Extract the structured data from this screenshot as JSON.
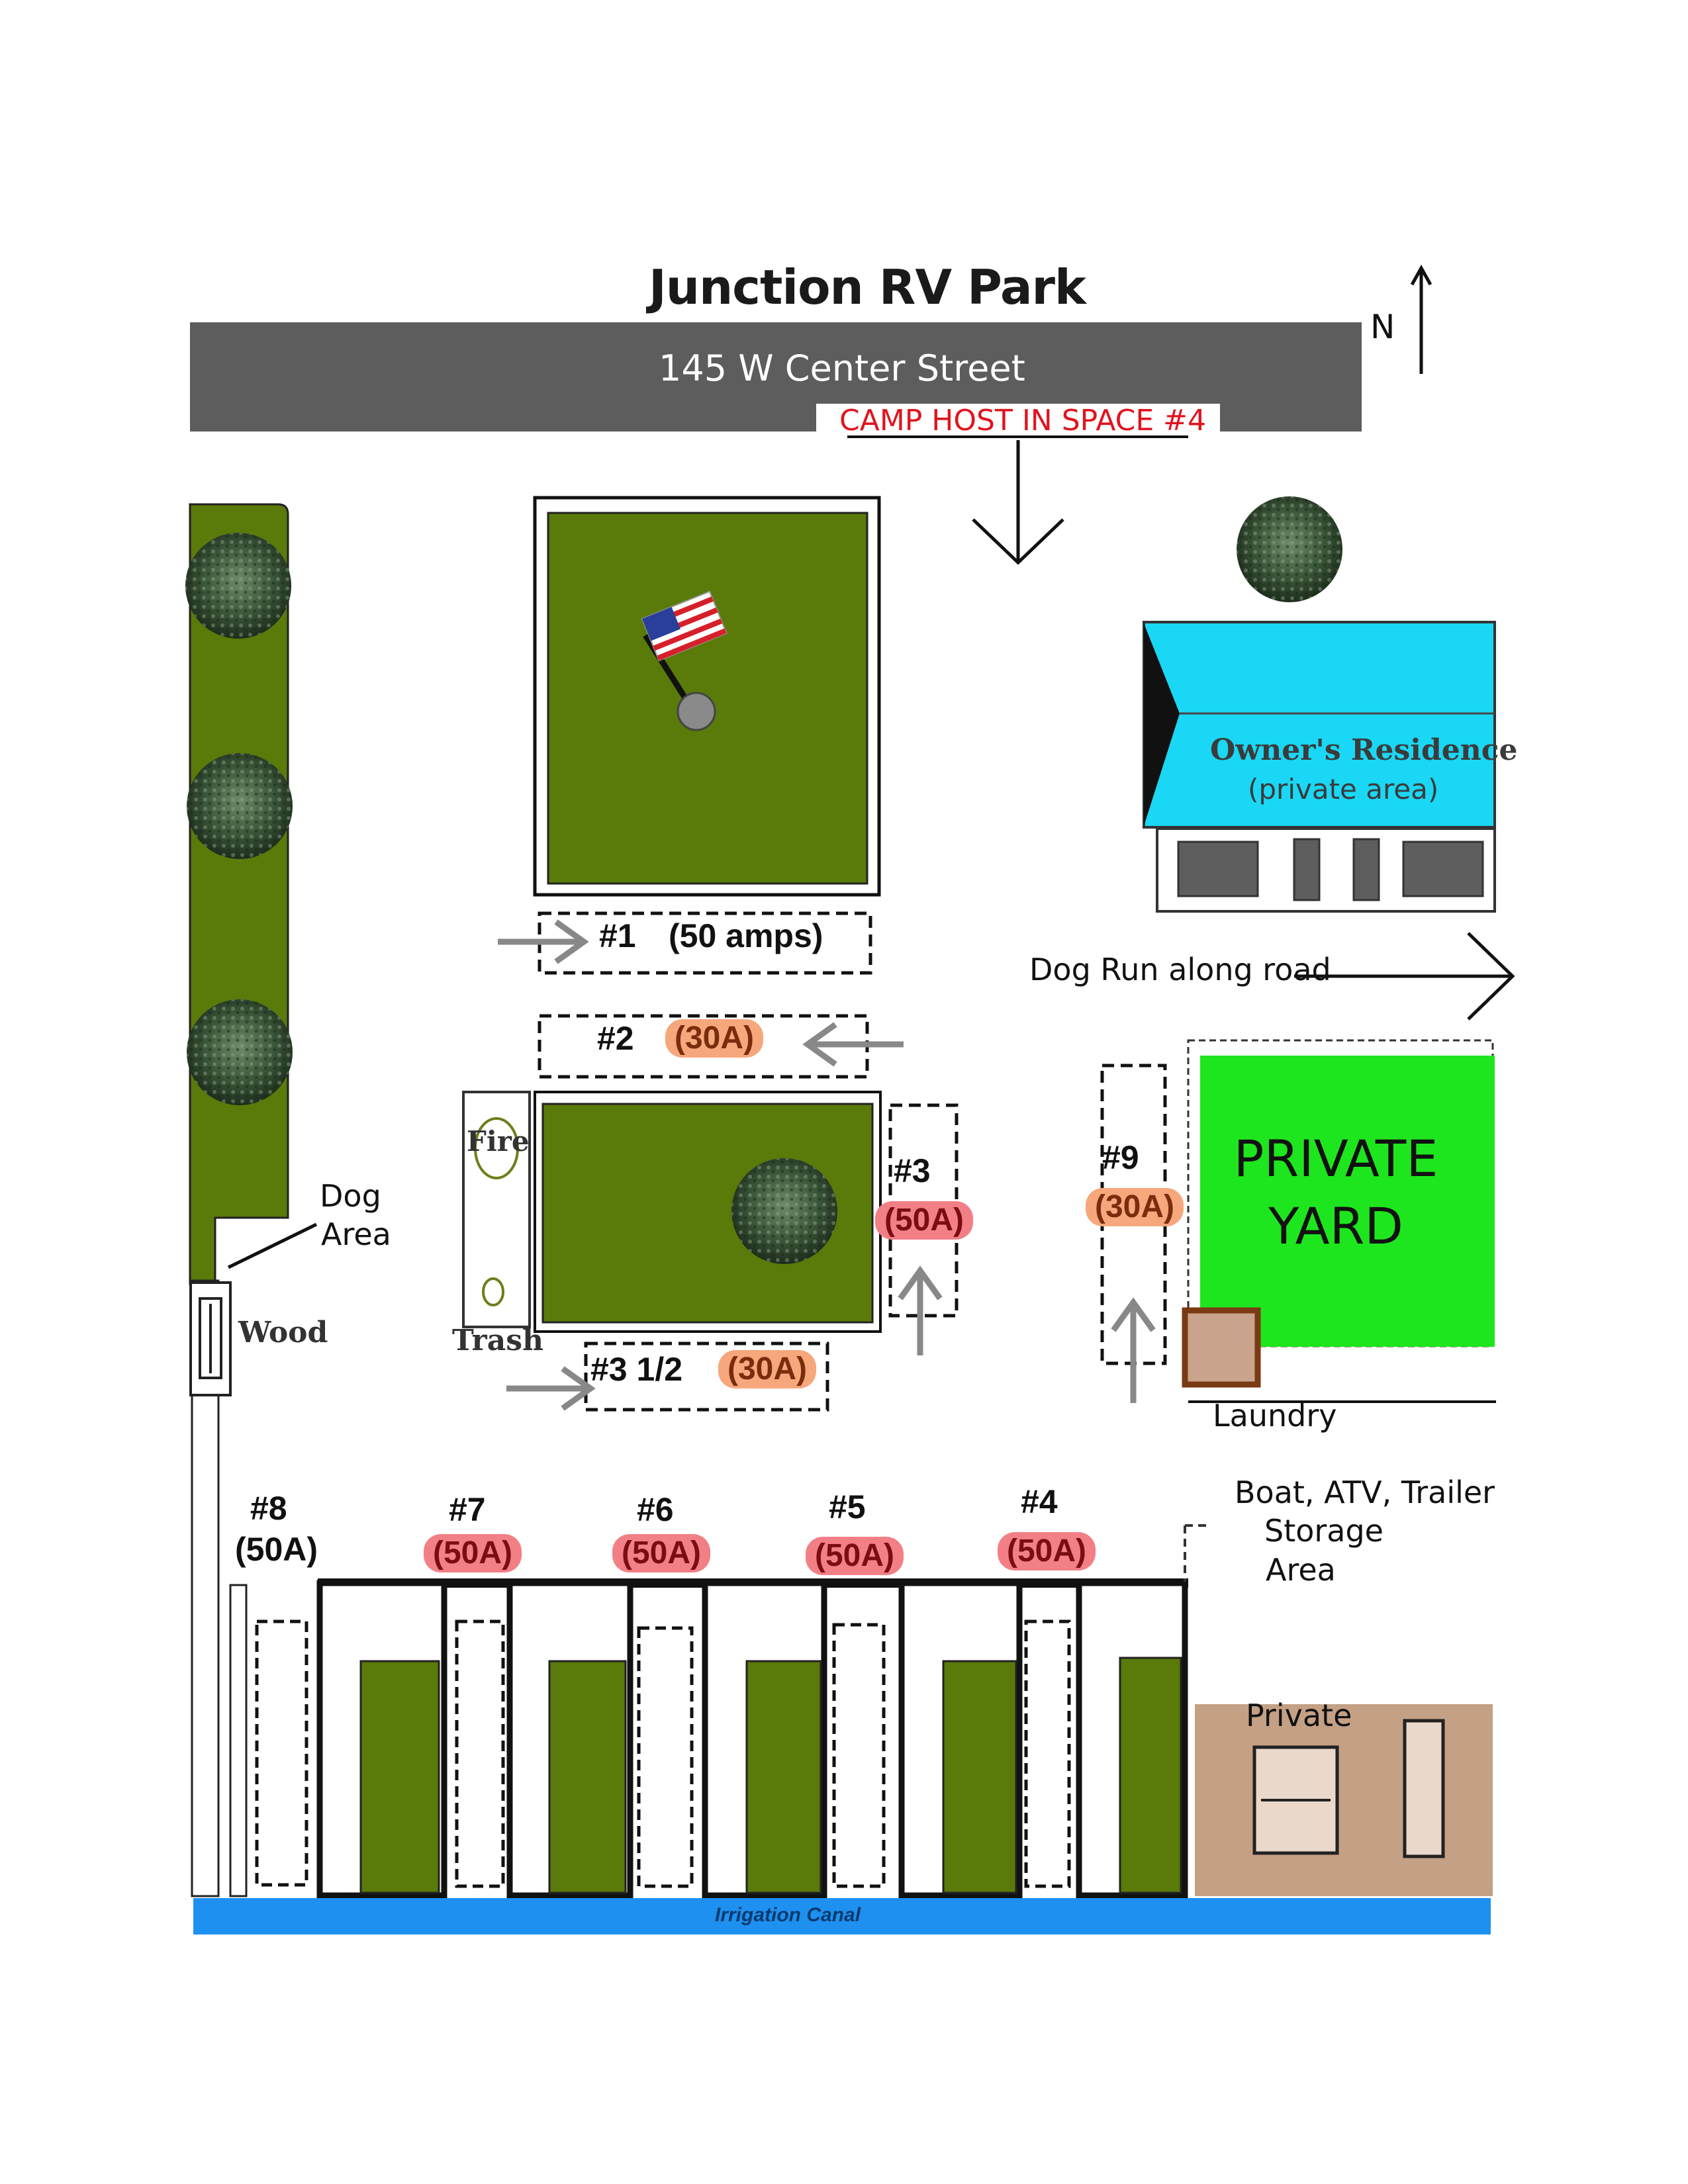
{
  "title": "Junction RV Park",
  "street": "145 W Center Street",
  "camp_host": "CAMP HOST IN SPACE #4",
  "north": "N",
  "owners_residence": "Owner's Residence",
  "private_area": "(private area)",
  "dog_run": "Dog Run along road",
  "private_yard_line1": "PRIVATE",
  "private_yard_line2": "YARD",
  "laundry": "Laundry",
  "storage_line1": "Boat, ATV, Trailer",
  "storage_line2": "Storage",
  "storage_line3": "Area",
  "private": "Private",
  "dog_area_line1": "Dog",
  "dog_area_line2": "Area",
  "wood": "Wood",
  "fire": "Fire",
  "trash": "Trash",
  "irrigation_canal": "Irrigation Canal",
  "sites": {
    "s1": {
      "label": "#1",
      "amps": "(50 amps)"
    },
    "s2": {
      "label": "#2",
      "amps": "(30A)"
    },
    "s3": {
      "label": "#3",
      "amps": "(50A)"
    },
    "s3half": {
      "label": "#3 1/2",
      "amps": "(30A)"
    },
    "s9": {
      "label": "#9",
      "amps": "(30A)"
    },
    "s8": {
      "label": "#8",
      "amps": "(50A)"
    },
    "s7": {
      "label": "#7",
      "amps": "(50A)"
    },
    "s6": {
      "label": "#6",
      "amps": "(50A)"
    },
    "s5": {
      "label": "#5",
      "amps": "(50A)"
    },
    "s4": {
      "label": "#4",
      "amps": "(50A)"
    }
  },
  "colors": {
    "grass": "#5a7a0a",
    "road": "#5d5d5d",
    "residence": "#1ad7f5",
    "private_yard": "#1ee61e",
    "canal": "#1e90f0",
    "storage": "#c4a085",
    "amp_30": "#f6a77c",
    "amp_50": "#f37f86",
    "host_text": "#e0141e"
  }
}
